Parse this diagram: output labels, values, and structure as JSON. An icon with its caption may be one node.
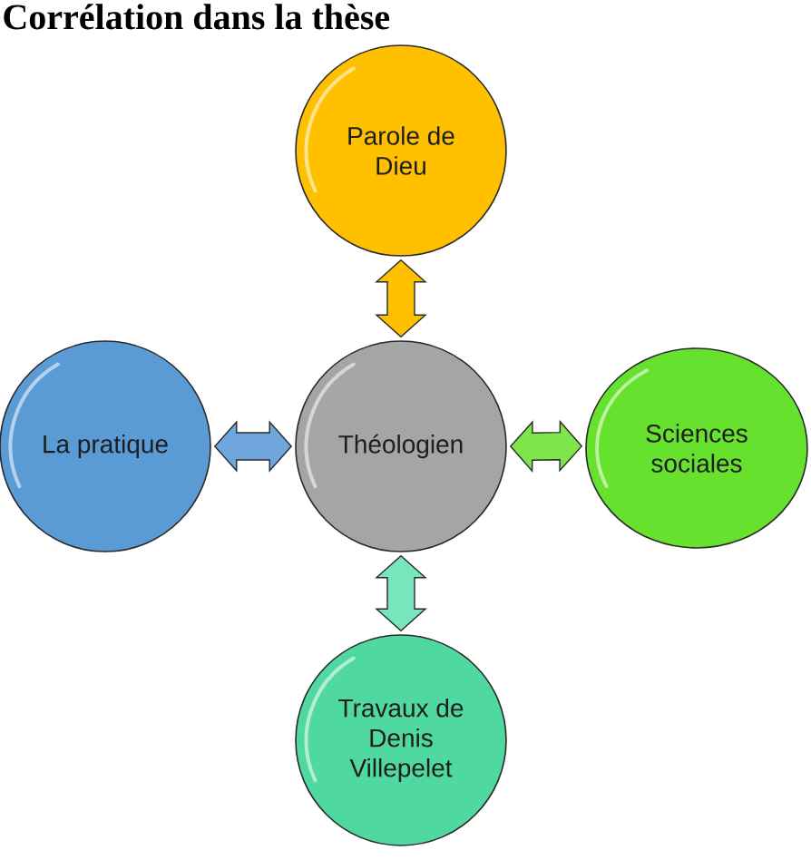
{
  "diagram": {
    "title": "Corrélation dans la thèse",
    "nodes": [
      {
        "text": [
          "Parole de Dieu"
        ]
      },
      {
        "text": [
          "La pratique"
        ]
      },
      {
        "text": [
          "Théologien"
        ]
      },
      {
        "text": [
          "Sciences sociales"
        ]
      },
      {
        "text": [
          "Travaux de Denis Villepelet"
        ]
      }
    ],
    "edges": [
      {
        "from": 2,
        "to": 0,
        "arrow": "both",
        "color": "#ffc000"
      },
      {
        "from": 2,
        "to": 1,
        "arrow": "both",
        "color": "#6fa6dc"
      },
      {
        "from": 2,
        "to": 3,
        "arrow": "both",
        "color": "#7ee64a"
      },
      {
        "from": 2,
        "to": 4,
        "arrow": "both",
        "color": "#78e6bc"
      }
    ]
  }
}
